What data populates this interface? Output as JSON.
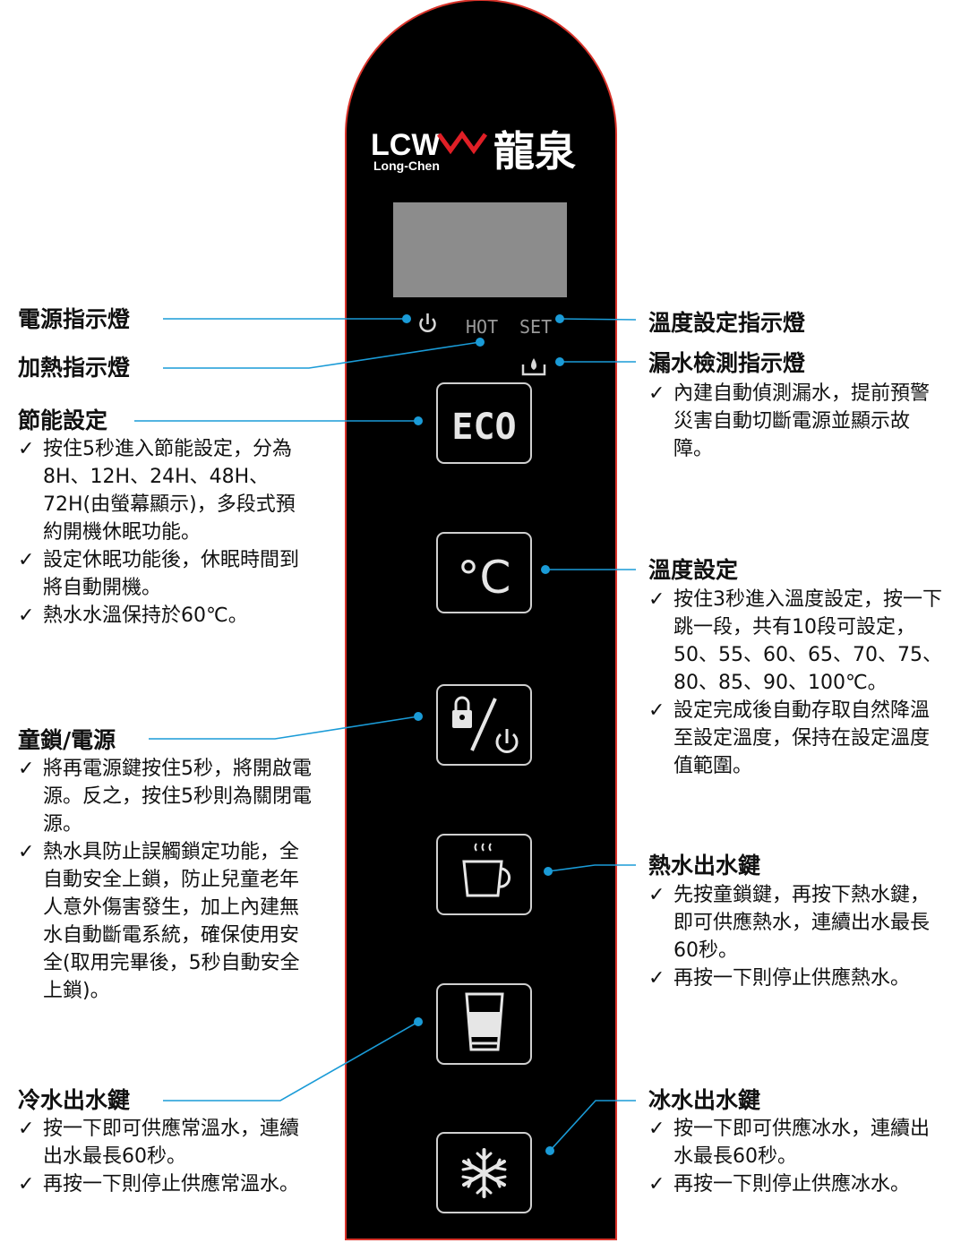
{
  "brand": {
    "logo_text": "LCW",
    "logo_sub": "Long-Chen",
    "logo_chinese": "龍泉"
  },
  "panel": {
    "indicator_hot": "HOT",
    "indicator_set": "SET",
    "buttons": [
      {
        "name": "eco",
        "label": "ECO"
      },
      {
        "name": "temperature",
        "label": "°C"
      },
      {
        "name": "lock-power",
        "label": ""
      },
      {
        "name": "hot-water",
        "label": ""
      },
      {
        "name": "cold-water",
        "label": ""
      },
      {
        "name": "ice-water",
        "label": ""
      }
    ]
  },
  "left_labels": {
    "power_indicator": {
      "title": "電源指示燈"
    },
    "heating_indicator": {
      "title": "加熱指示燈"
    },
    "eco_setting": {
      "title": "節能設定",
      "items": [
        "按住5秒進入節能設定，分為8H、12H、24H、48H、72H(由螢幕顯示)，多段式預約開機休眠功能。",
        "設定休眠功能後，休眠時間到將自動開機。",
        "熱水水溫保持於60℃。"
      ]
    },
    "child_lock": {
      "title": "童鎖/電源",
      "items": [
        "將再電源鍵按住5秒，將開啟電源。反之，按住5秒則為關閉電源。",
        "熱水具防止誤觸鎖定功能，全自動安全上鎖，防止兒童老年人意外傷害發生，加上內建無水自動斷電系統，確保使用安全(取用完畢後，5秒自動安全上鎖)。"
      ]
    },
    "cold_water": {
      "title": "冷水出水鍵",
      "items": [
        "按一下即可供應常溫水，連續出水最長60秒。",
        "再按一下則停止供應常溫水。"
      ]
    }
  },
  "right_labels": {
    "temp_indicator": {
      "title": "溫度設定指示燈"
    },
    "leak_indicator": {
      "title": "漏水檢測指示燈",
      "items": [
        "內建自動偵測漏水，提前預警災害自動切斷電源並顯示故障。"
      ]
    },
    "temp_setting": {
      "title": "溫度設定",
      "items": [
        "按住3秒進入溫度設定，按一下跳一段，共有10段可設定，50、55、60、65、70、75、80、85、90、100℃。",
        "設定完成後自動存取自然降溫至設定溫度，保持在設定溫度值範圍。"
      ]
    },
    "hot_water": {
      "title": "熱水出水鍵",
      "items": [
        "先按童鎖鍵，再按下熱水鍵，即可供應熱水，連續出水最長60秒。",
        "再按一下則停止供應熱水。"
      ]
    },
    "ice_water": {
      "title": "冰水出水鍵",
      "items": [
        "按一下即可供應冰水，連續出水最長60秒。",
        "再按一下則停止供應冰水。"
      ]
    }
  },
  "colors": {
    "panel": "#000000",
    "panel_border": "#d9342b",
    "leader_line": "#1a9bd7",
    "dot": "#1a9bd7",
    "icon": "#d9d9d9",
    "display": "#8c8c8c",
    "logo_red": "#e01f26"
  }
}
